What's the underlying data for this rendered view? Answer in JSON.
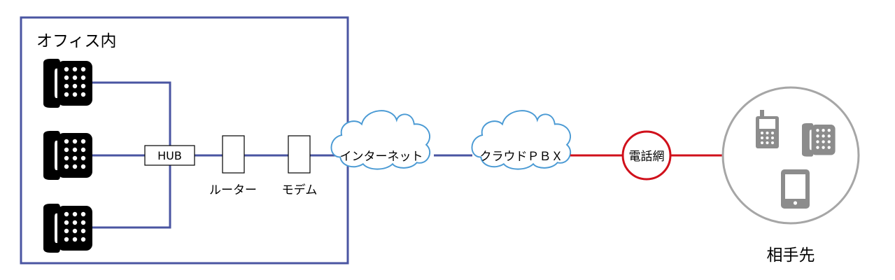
{
  "office": {
    "label": "オフィス内"
  },
  "devices": {
    "hub": "HUB",
    "router": "ルーター",
    "modem": "モデム"
  },
  "clouds": {
    "internet": "インターネット",
    "pbx": "クラウドＰＢＸ"
  },
  "telephone_network": "電話網",
  "destination": "相手先",
  "colors": {
    "office_border": "#4a55a2",
    "lan_line": "#4a55a2",
    "cloud_stroke": "#4a9ad4",
    "phone_network": "#d0101b",
    "destination_circle": "#a6a6a6",
    "device_icon": "#8c8c8c"
  },
  "icons": {
    "office_phones": [
      "desk-phone-icon",
      "desk-phone-icon",
      "desk-phone-icon"
    ],
    "destination_devices": [
      "feature-phone-icon",
      "desk-phone-icon",
      "tablet-icon"
    ]
  }
}
